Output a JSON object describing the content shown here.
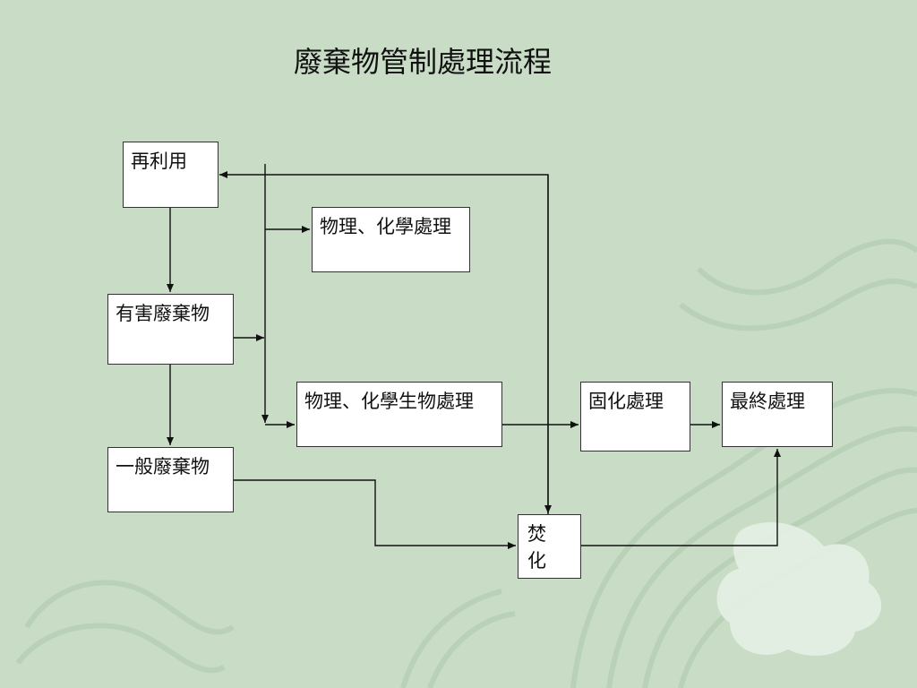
{
  "slide": {
    "title": "廢棄物管制處理流程"
  },
  "nodes": {
    "reuse": "再利用",
    "physchem": "物理、化學處理",
    "hazardous": "有害廢棄物",
    "physchembio": "物理、化學生物處理",
    "solidification": "固化處理",
    "final": "最終處理",
    "general": "一般廢棄物",
    "incineration": "焚化"
  },
  "colors": {
    "background": "#c8dcc6",
    "pattern": "#b3cdb1",
    "box_fill": "#ffffff",
    "line": "#111111"
  }
}
